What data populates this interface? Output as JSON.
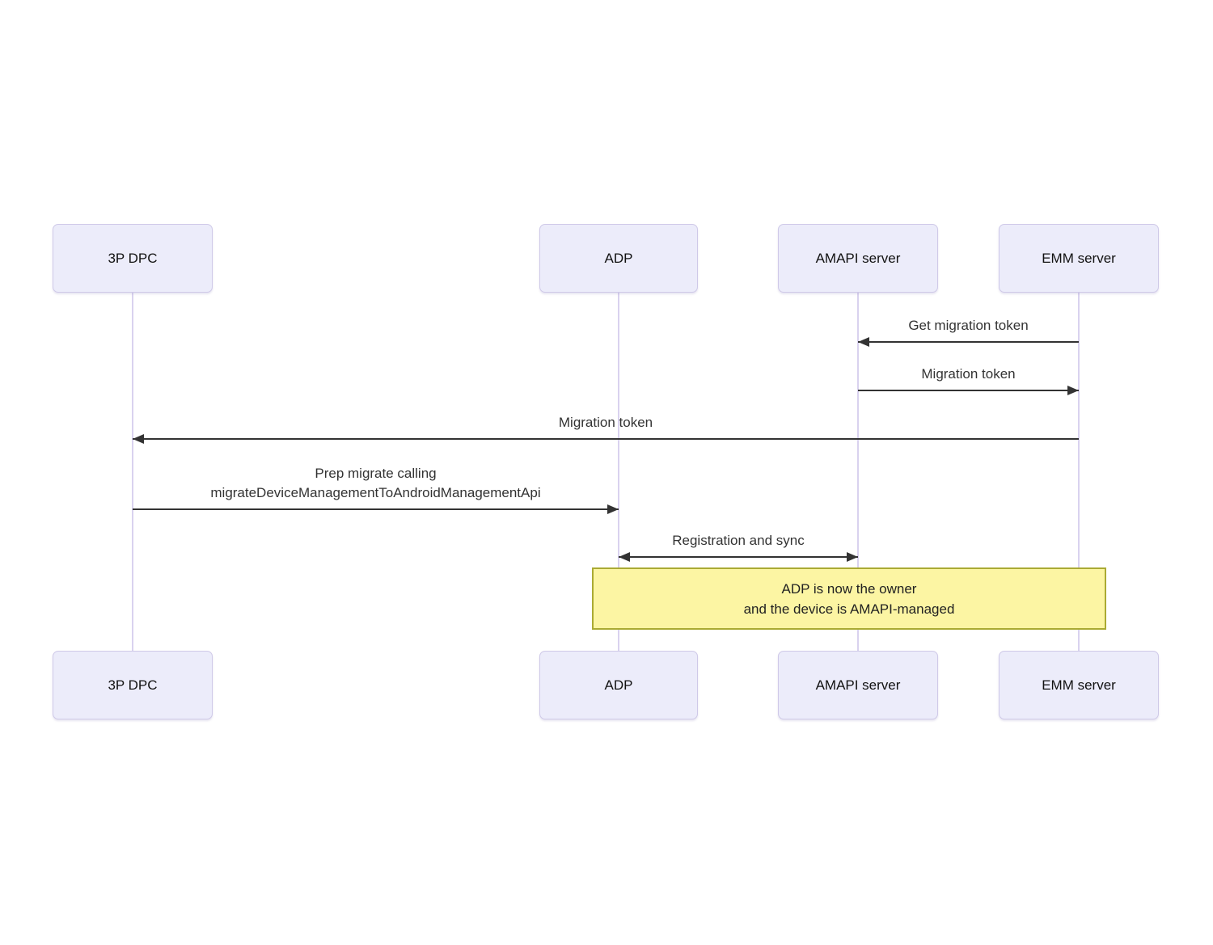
{
  "diagram": {
    "type": "sequence",
    "actors": [
      {
        "id": "3p-dpc",
        "label": "3P DPC"
      },
      {
        "id": "adp",
        "label": "ADP"
      },
      {
        "id": "amapi-server",
        "label": "AMAPI server"
      },
      {
        "id": "emm-server",
        "label": "EMM server"
      }
    ],
    "messages": [
      {
        "from": "EMM server",
        "to": "AMAPI server",
        "arrow": "left",
        "text": "Get migration token"
      },
      {
        "from": "AMAPI server",
        "to": "EMM server",
        "arrow": "right",
        "text": "Migration token"
      },
      {
        "from": "EMM server",
        "to": "3P DPC",
        "arrow": "left",
        "text": "Migration token"
      },
      {
        "from": "3P DPC",
        "to": "ADP",
        "arrow": "right",
        "lines": [
          "Prep migrate calling",
          "migrateDeviceManagementToAndroidManagementApi"
        ]
      },
      {
        "from": "ADP",
        "to": "AMAPI server",
        "arrow": "both",
        "text": "Registration and sync"
      }
    ],
    "note": {
      "over": [
        "ADP",
        "EMM server"
      ],
      "lines": [
        "ADP is now the owner",
        "and the device is AMAPI-managed"
      ]
    },
    "colors": {
      "actor_fill": "#ECECFA",
      "actor_border": "#CFC9E8",
      "actor_text": "#111111",
      "lifeline": "#D9D2EF",
      "arrow": "#333333",
      "msg_text": "#333333",
      "note_fill": "#FCF5A3",
      "note_border": "#AAAA33",
      "note_text": "#222222",
      "bg": "#FFFFFF"
    }
  }
}
